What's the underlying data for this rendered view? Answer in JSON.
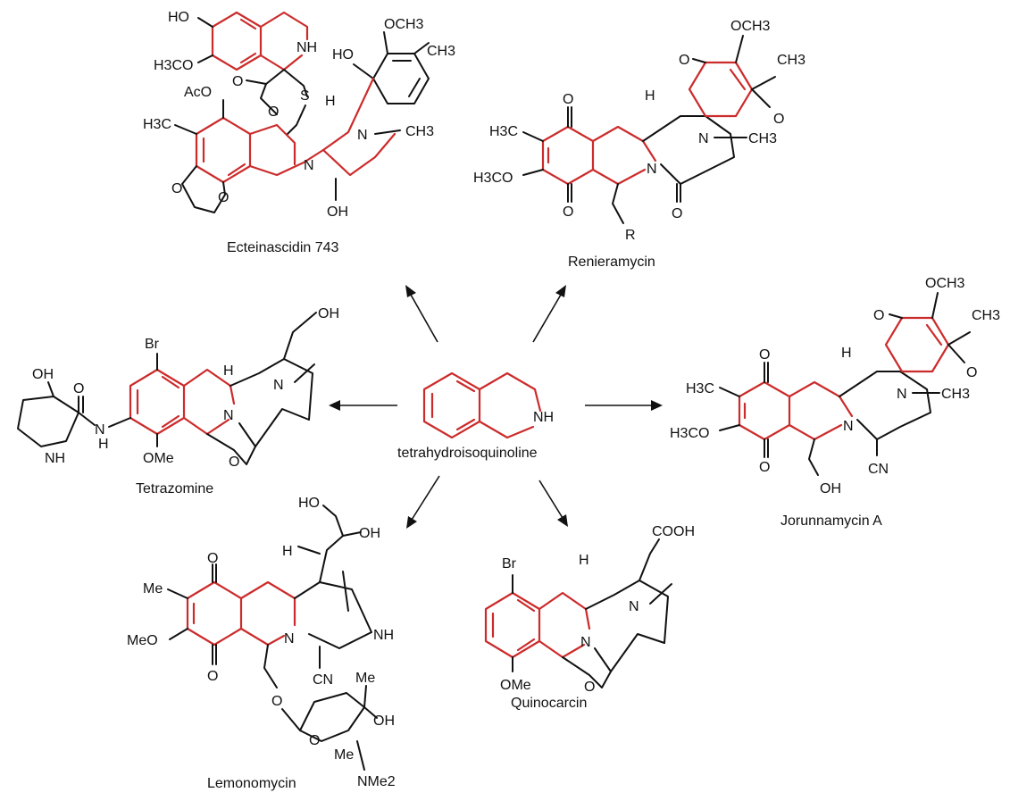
{
  "colors": {
    "scaffold": "#cc2b2b",
    "ink": "#111111",
    "background": "#ffffff"
  },
  "center": {
    "name": "tetrahydroisoquinoline",
    "nh": "NH"
  },
  "compounds": {
    "ecteinascidin": {
      "name": "Ecteinascidin 743",
      "labels": {
        "ho": "HO",
        "och3_left": "H3CO",
        "nh": "NH",
        "och3_top": "OCH3",
        "ho2": "HO",
        "ch3": "CH3",
        "aco": "AcO",
        "s": "S",
        "h3c": "H3C",
        "h": "H",
        "n_bridge": "N",
        "ch3_n": "CH3",
        "n": "N",
        "oh": "OH",
        "o1": "O",
        "o2": "O",
        "o3": "O",
        "o4": "O"
      }
    },
    "renieramycin": {
      "name": "Renieramycin",
      "labels": {
        "och3": "OCH3",
        "o_top": "O",
        "ch3": "CH3",
        "o_right": "O",
        "o_left": "O",
        "h": "H",
        "h3c": "H3C",
        "n_bridge": "N",
        "ch3_n": "CH3",
        "h3co": "H3CO",
        "n": "N",
        "o_bottom": "O",
        "o_amide": "O",
        "r": "R"
      }
    },
    "tetrazomine": {
      "name": "Tetrazomine",
      "labels": {
        "br": "Br",
        "oh_top": "OH",
        "h": "H",
        "n_bridge": "N",
        "oh": "OH",
        "o": "O",
        "nh": "NH",
        "n": "N",
        "ome": "OMe",
        "o_ring": "O",
        "h_n": "H"
      }
    },
    "jorunnamycin": {
      "name": "Jorunnamycin A",
      "labels": {
        "och3": "OCH3",
        "o_top": "O",
        "ch3": "CH3",
        "o_right": "O",
        "o_left": "O",
        "h": "H",
        "h3c": "H3C",
        "n_bridge": "N",
        "ch3_n": "CH3",
        "h3co": "H3CO",
        "n": "N",
        "o_bottom": "O",
        "cn": "CN",
        "oh": "OH"
      }
    },
    "lemonomycin": {
      "name": "Lemonomycin",
      "labels": {
        "ho": "HO",
        "oh": "OH",
        "h": "H",
        "o_top": "O",
        "me": "Me",
        "meo": "MeO",
        "n": "N",
        "nh": "NH",
        "o_bottom": "O",
        "cn": "CN",
        "o_link": "O",
        "me2": "Me",
        "oh2": "OH",
        "o_ring": "O",
        "me3": "Me",
        "nme2": "NMe2"
      }
    },
    "quinocarcin": {
      "name": "Quinocarcin",
      "labels": {
        "br": "Br",
        "cooh": "COOH",
        "h": "H",
        "n_bridge": "N",
        "n": "N",
        "ome": "OMe",
        "o": "O"
      }
    }
  }
}
